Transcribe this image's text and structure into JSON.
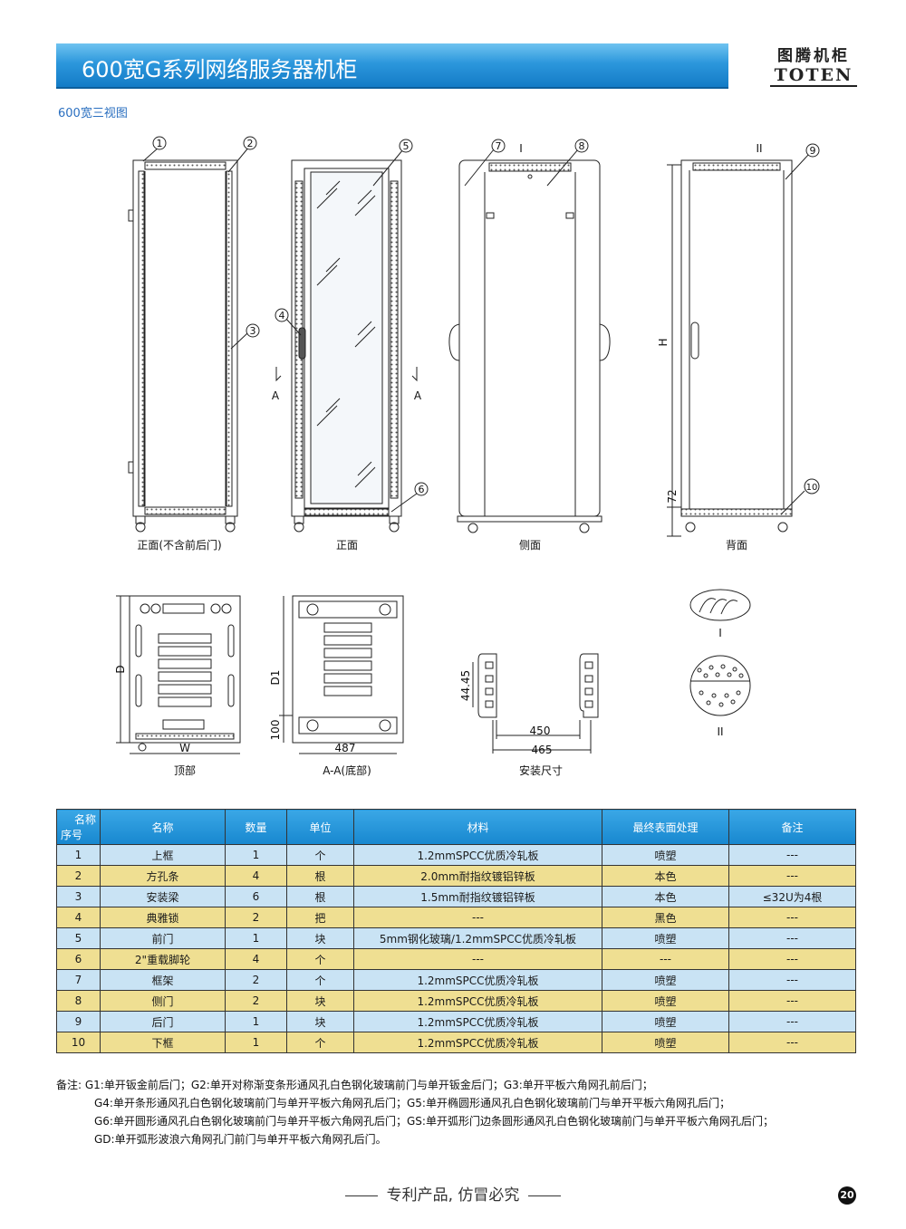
{
  "header": {
    "title": "600宽G系列网络服务器机柜",
    "logo_cn": "图腾机柜",
    "logo_en": "TOTEN",
    "subtitle": "600宽三视图"
  },
  "drawing_labels": {
    "view_front_no_door": "正面(不含前后门)",
    "view_front": "正面",
    "view_side": "侧面",
    "view_back": "背面",
    "view_top": "顶部",
    "view_bottom": "A-A(底部)",
    "view_mount": "安装尺寸",
    "section_a": "A",
    "detail_i": "I",
    "detail_ii": "II",
    "dim_h": "H",
    "dim_72": "72",
    "dim_d": "D",
    "dim_w": "W",
    "dim_d1": "D1",
    "dim_100": "100",
    "dim_487": "487",
    "dim_4445": "44.45",
    "dim_450": "450",
    "dim_465": "465",
    "callouts": [
      "1",
      "2",
      "3",
      "4",
      "5",
      "6",
      "7",
      "8",
      "9",
      "10"
    ]
  },
  "table": {
    "corner_top": "名称",
    "corner_bottom": "序号",
    "headers": [
      "名称",
      "数量",
      "单位",
      "材料",
      "最终表面处理",
      "备注"
    ],
    "rows": [
      {
        "no": "1",
        "name": "上框",
        "qty": "1",
        "unit": "个",
        "material": "1.2mmSPCC优质冷轧板",
        "finish": "喷塑",
        "remark": "---"
      },
      {
        "no": "2",
        "name": "方孔条",
        "qty": "4",
        "unit": "根",
        "material": "2.0mm耐指纹镀铝锌板",
        "finish": "本色",
        "remark": "---"
      },
      {
        "no": "3",
        "name": "安装梁",
        "qty": "6",
        "unit": "根",
        "material": "1.5mm耐指纹镀铝锌板",
        "finish": "本色",
        "remark": "≤32U为4根"
      },
      {
        "no": "4",
        "name": "典雅锁",
        "qty": "2",
        "unit": "把",
        "material": "---",
        "finish": "黑色",
        "remark": "---"
      },
      {
        "no": "5",
        "name": "前门",
        "qty": "1",
        "unit": "块",
        "material": "5mm钢化玻璃/1.2mmSPCC优质冷轧板",
        "finish": "喷塑",
        "remark": "---"
      },
      {
        "no": "6",
        "name": "2\"重载脚轮",
        "qty": "4",
        "unit": "个",
        "material": "---",
        "finish": "---",
        "remark": "---"
      },
      {
        "no": "7",
        "name": "框架",
        "qty": "2",
        "unit": "个",
        "material": "1.2mmSPCC优质冷轧板",
        "finish": "喷塑",
        "remark": "---"
      },
      {
        "no": "8",
        "name": "侧门",
        "qty": "2",
        "unit": "块",
        "material": "1.2mmSPCC优质冷轧板",
        "finish": "喷塑",
        "remark": "---"
      },
      {
        "no": "9",
        "name": "后门",
        "qty": "1",
        "unit": "块",
        "material": "1.2mmSPCC优质冷轧板",
        "finish": "喷塑",
        "remark": "---"
      },
      {
        "no": "10",
        "name": "下框",
        "qty": "1",
        "unit": "个",
        "material": "1.2mmSPCC优质冷轧板",
        "finish": "喷塑",
        "remark": "---"
      }
    ]
  },
  "notes": {
    "label": "备注:",
    "lines": [
      "G1:单开钣金前后门；G2:单开对称渐变条形通风孔白色钢化玻璃前门与单开钣金后门；G3:单开平板六角网孔前后门；",
      "G4:单开条形通风孔白色钢化玻璃前门与单开平板六角网孔后门；G5:单开椭圆形通风孔白色钢化玻璃前门与单开平板六角网孔后门；",
      "G6:单开圆形通风孔白色钢化玻璃前门与单开平板六角网孔后门；GS:单开弧形门边条圆形通风孔白色钢化玻璃前门与单开平板六角网孔后门；",
      "GD:单开弧形波浪六角网孔门前门与单开平板六角网孔后门。"
    ]
  },
  "footer": {
    "text": "专利产品, 仿冒必究",
    "page": "20"
  }
}
